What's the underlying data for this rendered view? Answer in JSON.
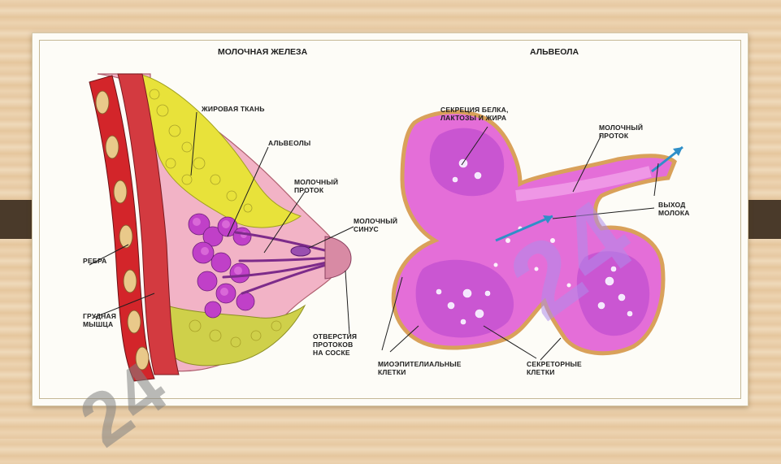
{
  "titles": {
    "left": "МОЛОЧНАЯ ЖЕЛЕЗА",
    "right": "АЛЬВЕОЛА"
  },
  "labels": {
    "fat_tissue": "ЖИРОВАЯ ТКАНЬ",
    "alveoli": "АЛЬВЕОЛЫ",
    "milk_duct_left": "МОЛОЧНЫЙ\nПРОТОК",
    "milk_sinus": "МОЛОЧНЫЙ\nСИНУС",
    "ribs": "РЕБРА",
    "chest_muscle": "ГРУДНАЯ\nМЫШЦА",
    "nipple_openings": "ОТВЕРСТИЯ\nПРОТОКОВ\nНА СОСКЕ",
    "secretion": "СЕКРЕЦИЯ БЕЛКА,\nЛАКТОЗЫ И ЖИРА",
    "milk_duct_right": "МОЛОЧНЫЙ\nПРОТОК",
    "milk_exit": "ВЫХОД\nМОЛОКА",
    "myoepithelial": "МИОЭПИТЕЛИАЛЬНЫЕ\nКЛЕТКИ",
    "secretory": "СЕКРЕТОРНЫЕ\nКЛЕТКИ"
  },
  "watermarks": {
    "diagonal_left": "24",
    "diagonal_right": "24"
  },
  "colors": {
    "rib_red": "#d3252a",
    "fat_yellow": "#e8e23a",
    "lobule_magenta": "#c040c8",
    "alveola_pink": "#e46ed8",
    "watermark_purple": "#b89ee8",
    "watermark_gray": "#8a8a8a"
  }
}
